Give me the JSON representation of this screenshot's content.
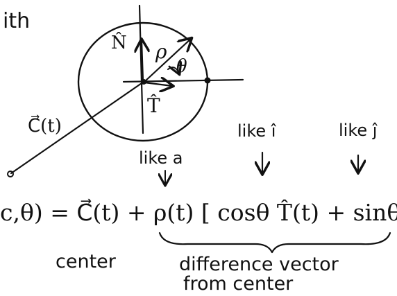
{
  "diagram": {
    "top_word": "ith",
    "labels": {
      "normal": "N̂",
      "radius": "ρ",
      "angle": "θ",
      "tangent": "T̂",
      "center_curve": "C⃗(t)"
    },
    "annotations": {
      "like_a": "like a",
      "like_i": "like î",
      "like_j": "like ĵ"
    },
    "equation": "c,θ) =  C⃗(t) + ρ(t) [ cosθ T̂(t) + sinθ  N̂(t) ]",
    "captions": {
      "center": "center",
      "difference_line1": "difference vector",
      "difference_line2": "from center"
    }
  }
}
